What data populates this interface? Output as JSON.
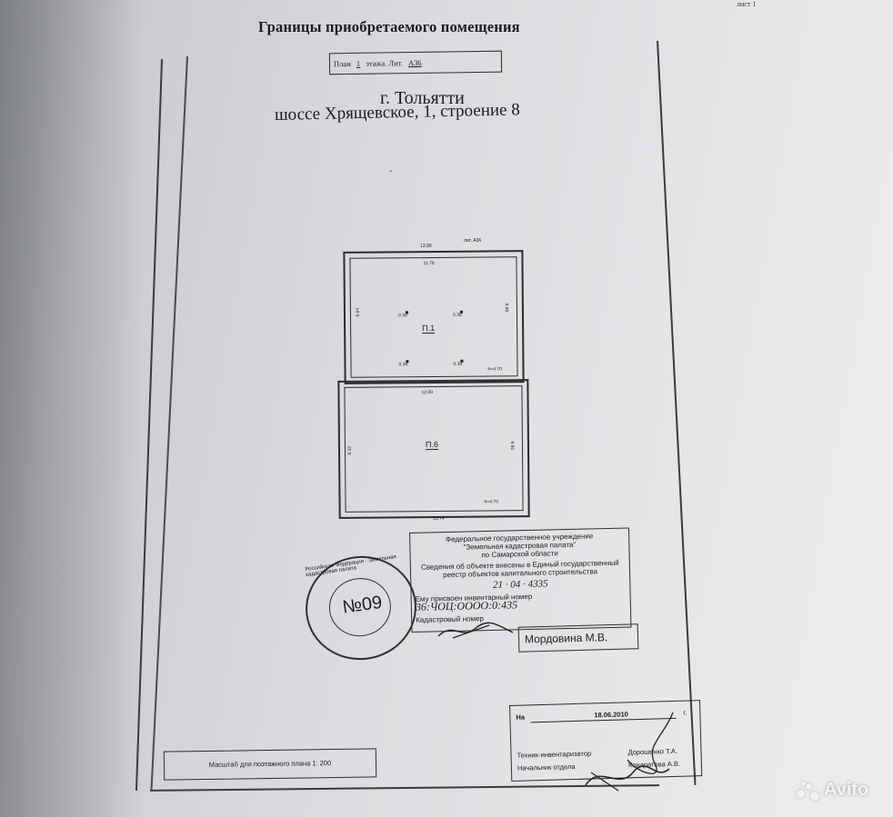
{
  "document": {
    "title": "Границы приобретаемого помещения",
    "plan_box": {
      "prefix": "План",
      "floor": "1",
      "suffix": "этажа. Лит.",
      "liter": "А36"
    },
    "city": "г. Тольятти",
    "address": "шоссе Хрящевское, 1, строение 8",
    "marker": "\"",
    "top_strip_left": "",
    "top_strip_right": "лист 1"
  },
  "floor_plan": {
    "liter_label": "лит. А36",
    "top_outer": "13.90",
    "room_a": {
      "top_inner": "11.78",
      "left": "9.64",
      "right": "9.98",
      "label": "П.1",
      "height": "h=4.70",
      "pillars": [
        "0.38",
        "0.38",
        "0.38",
        "0.38"
      ]
    },
    "room_b": {
      "top_inner": "12.00",
      "left": "9.32",
      "right": "9.95",
      "label": "П.6",
      "height": "h=4.70"
    },
    "bottom_outer": "13.74"
  },
  "stamp": {
    "lines": [
      "Федеральное государственное учреждение",
      "\"Земельная кадастровая палата\"",
      "по Самарской области",
      "Сведения об объекте внесены в Единый государственный",
      "реестр объектов капитального строительства"
    ],
    "date_handwritten": "21 · 04 · 4335",
    "inventory_prefix": "Ему присвоен инвентарный номер",
    "inventory_value": "36:ЧОЦ:ОООО:0:435",
    "cadastral_prefix": "Кадастровый номер",
    "name": "Мордовина М.В."
  },
  "seal": {
    "number": "№09",
    "ring_text": "Российская Федерация · Земельная кадастровая палата"
  },
  "signature_block": {
    "na": "На",
    "date": "18.06.2010",
    "year_suffix": "г.",
    "tech_label": "Техник-инвентаризатор",
    "tech_name": "Дорошенко Т.А.",
    "chief_label": "Начальник отдела",
    "chief_name": "Кондратова А.В."
  },
  "scale": "Масштаб для поэтажного плана 1: 200",
  "watermark": "Avito"
}
